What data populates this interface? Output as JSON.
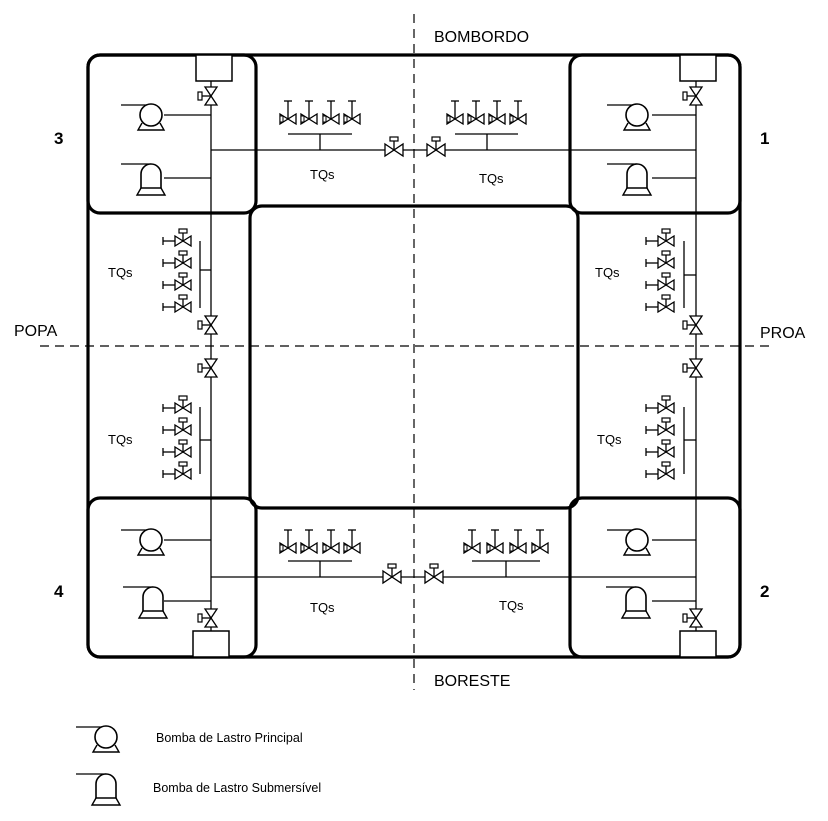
{
  "directions": {
    "top": "BOMBORDO",
    "bottom": "BORESTE",
    "left": "POPA",
    "right": "PROA"
  },
  "column_numbers": {
    "top_right": "1",
    "bottom_right": "2",
    "top_left": "3",
    "bottom_left": "4"
  },
  "tank_label": "TQs",
  "legend": {
    "main_pump": "Bomba de Lastro Principal",
    "submersible_pump": "Bomba de Lastro Submersível"
  },
  "colors": {
    "line": "#000000",
    "background": "#ffffff"
  }
}
